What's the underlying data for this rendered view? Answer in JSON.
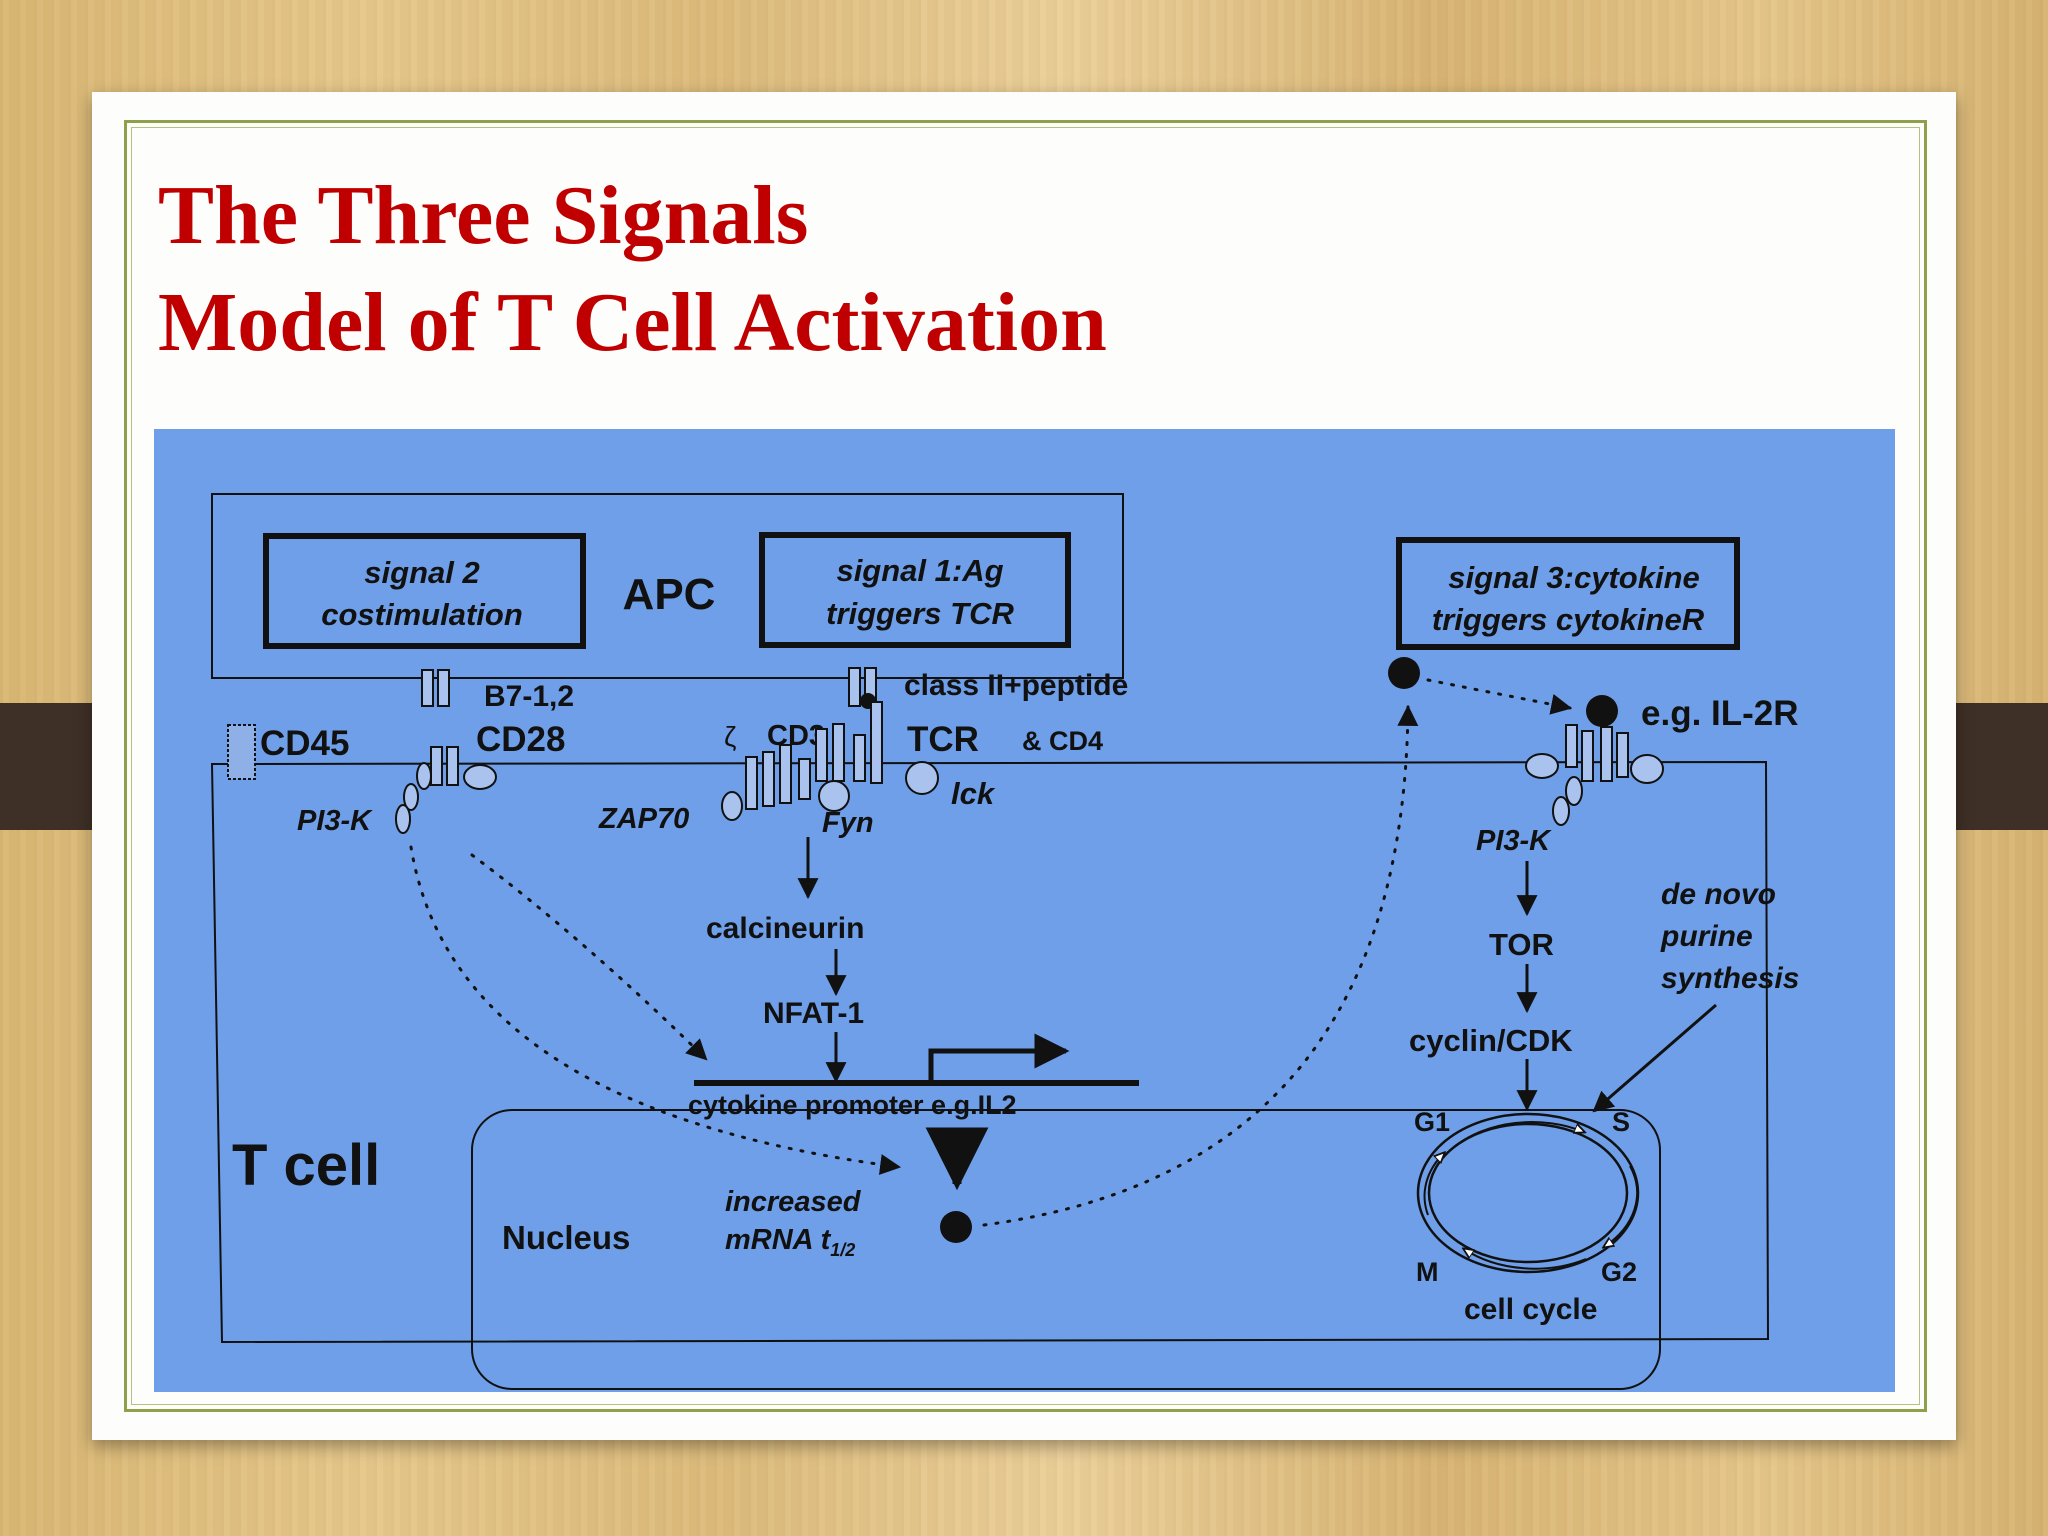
{
  "slide": {
    "title_line1": "The Three Signals",
    "title_line2": "Model of T Cell Activation"
  },
  "diagram": {
    "background_color": "#6f9fe8",
    "signal2": {
      "line1": "signal 2",
      "line2": "costimulation"
    },
    "apc_label": "APC",
    "signal1": {
      "line1": "signal 1:Ag",
      "line2": "triggers TCR"
    },
    "signal3": {
      "line1": "signal 3:cytokine",
      "line2": "triggers cytokineR"
    },
    "molecules": {
      "b7": "B7-1,2",
      "class2": "class II+peptide",
      "cd45": "CD45",
      "cd28": "CD28",
      "zeta": "ζ",
      "cd3": "CD3",
      "tcr": "TCR",
      "cd4": "& CD4",
      "lck": "lck",
      "zap70": "ZAP70",
      "fyn": "Fyn",
      "pi3k_left": "PI3-K",
      "pi3k_right": "PI3-K",
      "il2r": "e.g. IL-2R"
    },
    "pathway": {
      "calcineurin": "calcineurin",
      "nfat": "NFAT-1",
      "promoter": "cytokine promoter e.g.IL2",
      "mrna_line1": "increased",
      "mrna_line2": "mRNA t",
      "mrna_sub": "1/2",
      "tor": "TOR",
      "cyclin": "cyclin/CDK",
      "denovo1": "de novo",
      "denovo2": "purine",
      "denovo3": "synthesis"
    },
    "cell": {
      "t_cell": "T cell",
      "nucleus": "Nucleus",
      "g1": "G1",
      "s": "S",
      "m": "M",
      "g2": "G2",
      "cell_cycle": "cell cycle"
    }
  }
}
